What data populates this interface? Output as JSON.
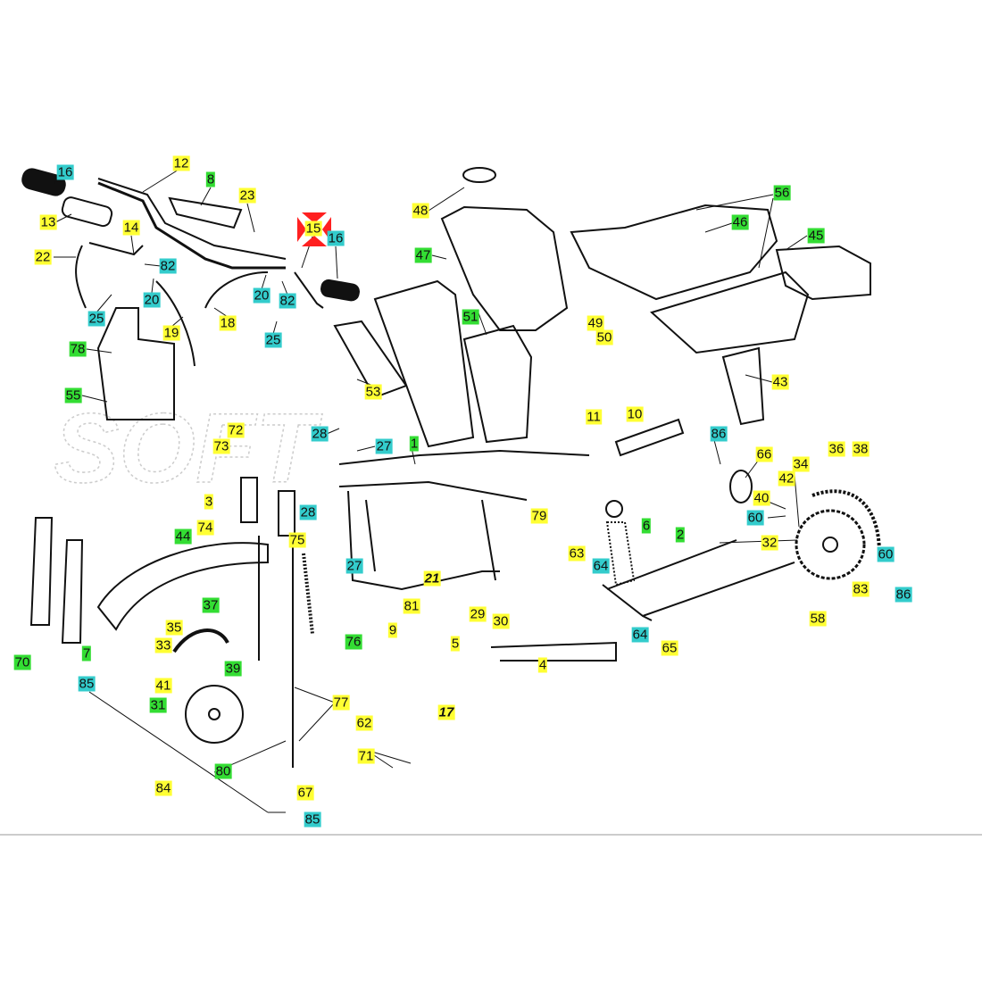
{
  "diagram": {
    "type": "exploded parts diagram",
    "highlight_colors": {
      "yellow": "#ffff33",
      "green": "#33dd33",
      "cyan": "#33cccc",
      "marker": "#ff2020"
    },
    "selected_part": "15",
    "labels": [
      {
        "text": "16",
        "color": "c"
      },
      {
        "text": "12",
        "color": "y"
      },
      {
        "text": "8",
        "color": "g"
      },
      {
        "text": "23",
        "color": "y"
      },
      {
        "text": "15",
        "color": "y"
      },
      {
        "text": "16",
        "color": "c"
      },
      {
        "text": "13",
        "color": "y"
      },
      {
        "text": "14",
        "color": "y"
      },
      {
        "text": "22",
        "color": "y"
      },
      {
        "text": "82",
        "color": "c"
      },
      {
        "text": "20",
        "color": "c"
      },
      {
        "text": "20",
        "color": "c"
      },
      {
        "text": "82",
        "color": "c"
      },
      {
        "text": "25",
        "color": "c"
      },
      {
        "text": "25",
        "color": "c"
      },
      {
        "text": "19",
        "color": "y"
      },
      {
        "text": "18",
        "color": "y"
      },
      {
        "text": "78",
        "color": "g"
      },
      {
        "text": "55",
        "color": "g"
      },
      {
        "text": "48",
        "color": "y"
      },
      {
        "text": "47",
        "color": "g"
      },
      {
        "text": "51",
        "color": "g"
      },
      {
        "text": "56",
        "color": "g"
      },
      {
        "text": "46",
        "color": "g"
      },
      {
        "text": "45",
        "color": "g"
      },
      {
        "text": "49",
        "color": "y"
      },
      {
        "text": "50",
        "color": "y"
      },
      {
        "text": "53",
        "color": "y"
      },
      {
        "text": "43",
        "color": "y"
      },
      {
        "text": "72",
        "color": "y"
      },
      {
        "text": "73",
        "color": "y"
      },
      {
        "text": "28",
        "color": "c"
      },
      {
        "text": "27",
        "color": "c"
      },
      {
        "text": "1",
        "color": "g"
      },
      {
        "text": "11",
        "color": "y"
      },
      {
        "text": "10",
        "color": "y"
      },
      {
        "text": "86",
        "color": "c"
      },
      {
        "text": "66",
        "color": "y"
      },
      {
        "text": "36",
        "color": "y"
      },
      {
        "text": "38",
        "color": "y"
      },
      {
        "text": "34",
        "color": "y"
      },
      {
        "text": "42",
        "color": "y"
      },
      {
        "text": "40",
        "color": "y"
      },
      {
        "text": "60",
        "color": "c"
      },
      {
        "text": "3",
        "color": "y"
      },
      {
        "text": "74",
        "color": "y"
      },
      {
        "text": "44",
        "color": "g"
      },
      {
        "text": "28",
        "color": "c"
      },
      {
        "text": "75",
        "color": "y"
      },
      {
        "text": "27",
        "color": "c"
      },
      {
        "text": "79",
        "color": "y"
      },
      {
        "text": "6",
        "color": "g"
      },
      {
        "text": "2",
        "color": "g"
      },
      {
        "text": "32",
        "color": "y"
      },
      {
        "text": "60",
        "color": "c"
      },
      {
        "text": "63",
        "color": "y"
      },
      {
        "text": "64",
        "color": "c"
      },
      {
        "text": "21",
        "color": "y"
      },
      {
        "text": "81",
        "color": "y"
      },
      {
        "text": "29",
        "color": "y"
      },
      {
        "text": "30",
        "color": "y"
      },
      {
        "text": "83",
        "color": "y"
      },
      {
        "text": "86",
        "color": "c"
      },
      {
        "text": "58",
        "color": "y"
      },
      {
        "text": "9",
        "color": "y"
      },
      {
        "text": "5",
        "color": "y"
      },
      {
        "text": "64",
        "color": "c"
      },
      {
        "text": "65",
        "color": "y"
      },
      {
        "text": "37",
        "color": "g"
      },
      {
        "text": "35",
        "color": "y"
      },
      {
        "text": "33",
        "color": "y"
      },
      {
        "text": "76",
        "color": "g"
      },
      {
        "text": "4",
        "color": "y"
      },
      {
        "text": "7",
        "color": "g"
      },
      {
        "text": "39",
        "color": "g"
      },
      {
        "text": "41",
        "color": "y"
      },
      {
        "text": "70",
        "color": "g"
      },
      {
        "text": "85",
        "color": "c"
      },
      {
        "text": "31",
        "color": "g"
      },
      {
        "text": "77",
        "color": "y"
      },
      {
        "text": "17",
        "color": "y"
      },
      {
        "text": "62",
        "color": "y"
      },
      {
        "text": "71",
        "color": "y"
      },
      {
        "text": "80",
        "color": "g"
      },
      {
        "text": "67",
        "color": "y"
      },
      {
        "text": "84",
        "color": "y"
      },
      {
        "text": "85",
        "color": "c"
      }
    ]
  }
}
